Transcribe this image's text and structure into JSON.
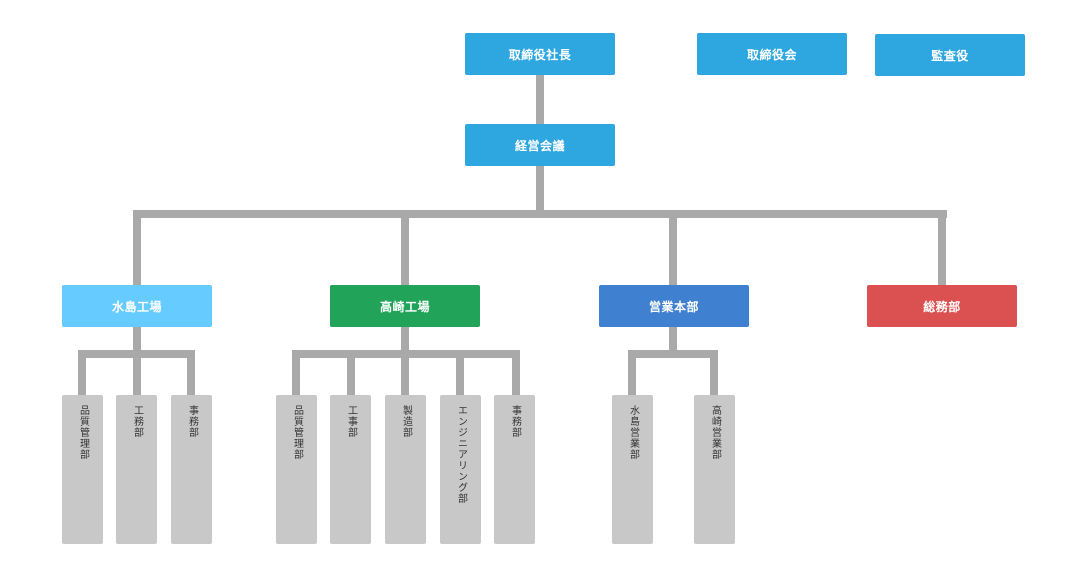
{
  "colors": {
    "top": "#2ea6df",
    "mizushima": "#66ccff",
    "takasaki": "#22a35a",
    "sales": "#3f80d0",
    "general": "#db5050",
    "sub": "#c8c8c8",
    "line": "#a9a9a9"
  },
  "top": {
    "president": "取締役社長",
    "board": "取締役会",
    "auditor": "監査役",
    "management_meeting": "経営会議"
  },
  "divisions": {
    "mizushima_plant": "水島工場",
    "takasaki_plant": "高崎工場",
    "sales_hq": "営業本部",
    "general_affairs": "総務部"
  },
  "departments": {
    "mizushima": [
      "品質管理部",
      "工務部",
      "事務部"
    ],
    "takasaki": [
      "品質管理部",
      "工事部",
      "製造部",
      "エンジニアリング部",
      "事務部"
    ],
    "sales": [
      "水島営業部",
      "高崎営業部"
    ]
  }
}
